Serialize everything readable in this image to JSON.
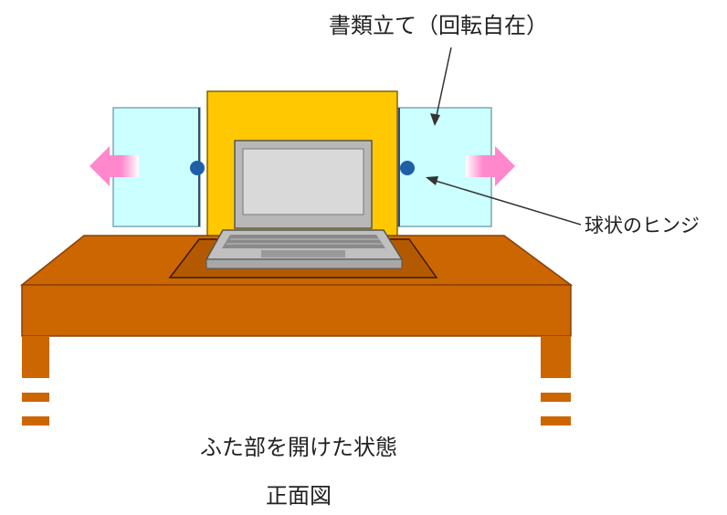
{
  "labels": {
    "stand": "書類立て（回転自在）",
    "hinge": "球状のヒンジ",
    "caption_state": "ふた部を開けた状態",
    "caption_view": "正面図"
  },
  "colors": {
    "stand_yellow": "#FFC800",
    "panel_cyan": "#CCFFFF",
    "hinge_blue": "#1F5FA8",
    "arrow_pink": "#FF88CC",
    "desk_brown": "#CC6600",
    "desk_dark": "#9A4A00",
    "laptop_gray": "#C0C0C0"
  }
}
